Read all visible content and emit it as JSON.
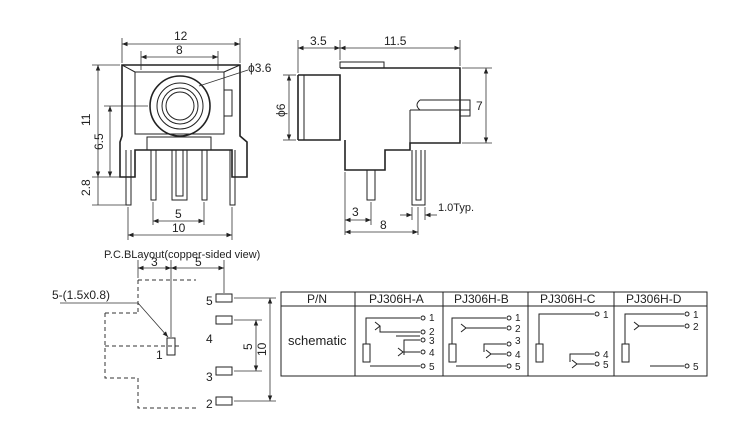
{
  "front_view": {
    "dim_width": "12",
    "dim_inner_width": "8",
    "dim_hole": "ϕ3.6",
    "dim_height": "11",
    "dim_center_height": "6.5",
    "dim_pin_length": "2.8",
    "dim_pin_spacing_a": "5",
    "dim_pin_spacing_b": "10"
  },
  "side_view": {
    "dim_front": "3.5",
    "dim_body": "11.5",
    "dim_barrel": "ϕ6",
    "dim_height": "7",
    "dim_pin_offset": "3",
    "dim_pin_spacing": "8",
    "dim_pin_thickness": "1.0Typ."
  },
  "pcb_layout": {
    "title": "P.C.BLayout(copper-sided view)",
    "dim_top_a": "3",
    "dim_top_b": "5",
    "dim_hole_size": "5-(1.5x0.8)",
    "dim_right_a": "5",
    "dim_right_b": "10",
    "pin_labels": [
      "5",
      "4",
      "3",
      "2",
      "1"
    ]
  },
  "schematic_table": {
    "header_pn": "P/N",
    "row_label": "schematic",
    "columns": [
      {
        "name": "PJ306H-A",
        "pins": [
          "1",
          "2",
          "3",
          "4",
          "5"
        ]
      },
      {
        "name": "PJ306H-B",
        "pins": [
          "1",
          "2",
          "3",
          "4",
          "5"
        ]
      },
      {
        "name": "PJ306H-C",
        "pins": [
          "1",
          "4",
          "5"
        ]
      },
      {
        "name": "PJ306H-D",
        "pins": [
          "1",
          "2",
          "5"
        ]
      }
    ]
  }
}
